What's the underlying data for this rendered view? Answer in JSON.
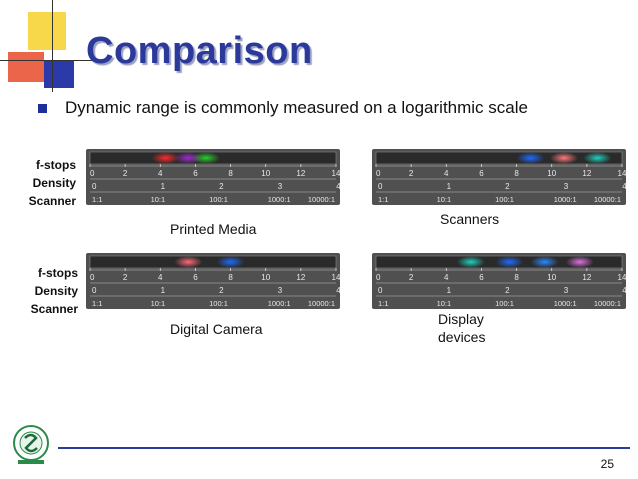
{
  "slide": {
    "title": "Comparison",
    "bullet": "Dynamic range is commonly measured on a logarithmic scale",
    "page_number": "25"
  },
  "row_labels": {
    "fstops": "f-stops",
    "density": "Density",
    "scanner": "Scanner"
  },
  "scale": {
    "fstops": [
      "0",
      "2",
      "4",
      "6",
      "8",
      "10",
      "12",
      "14"
    ],
    "density": [
      "0",
      "1",
      "2",
      "3",
      "4"
    ],
    "ratios": [
      "1:1",
      "10:1",
      "100:1",
      "1000:1",
      "10000:1"
    ]
  },
  "panels": [
    {
      "caption": "Printed Media",
      "glow": [
        {
          "center": 4.3,
          "color": "#ff2a2a"
        },
        {
          "center": 5.6,
          "color": "#a02ad0"
        },
        {
          "center": 6.6,
          "color": "#2ad02a"
        }
      ]
    },
    {
      "caption": "Scanners",
      "glow": [
        {
          "center": 8.8,
          "color": "#1e6bff"
        },
        {
          "center": 10.7,
          "color": "#ff7a7a"
        },
        {
          "center": 12.6,
          "color": "#20d0c0"
        }
      ]
    },
    {
      "caption": "Digital Camera",
      "glow": [
        {
          "center": 5.6,
          "color": "#ff6a7a"
        },
        {
          "center": 8.0,
          "color": "#1e6bff"
        }
      ]
    },
    {
      "caption_lines": [
        "Display",
        "devices"
      ],
      "glow": [
        {
          "center": 5.4,
          "color": "#20d0c0"
        },
        {
          "center": 7.6,
          "color": "#1e6bff"
        },
        {
          "center": 9.6,
          "color": "#2a8aff"
        },
        {
          "center": 11.6,
          "color": "#e070e0"
        }
      ]
    }
  ],
  "colors": {
    "title": "#2b3a9a",
    "accent_blue": "#1f2f99",
    "deco_yellow": "#f7d84a",
    "deco_red": "#e84a2a",
    "strip_bg": "#505050"
  },
  "icons": [
    "bullet-square-icon",
    "university-seal-icon"
  ]
}
